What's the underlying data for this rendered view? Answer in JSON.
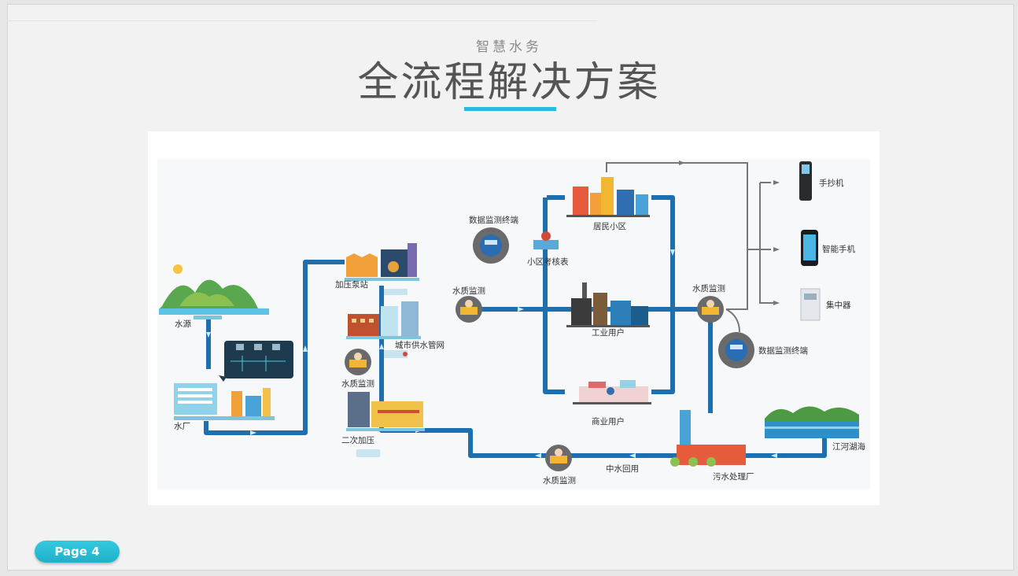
{
  "header": {
    "subtitle": "智慧水务",
    "title": "全流程解决方案"
  },
  "footer": {
    "page_label": "Page 4"
  },
  "diagram": {
    "labels": {
      "water_source": "水源",
      "water_plant": "水厂",
      "booster_station": "加压泵站",
      "city_pipe_network": "城市供水管网",
      "quality_monitor_left": "水质监测",
      "secondary_boost": "二次加压",
      "quality_monitor_mid": "水质监测",
      "data_terminal_top": "数据监测终端",
      "district_meter": "小区考核表",
      "residential": "居民小区",
      "industrial": "工业用户",
      "commercial": "商业用户",
      "quality_monitor_right": "水质监测",
      "data_terminal_right": "数据监测终端",
      "handheld": "手抄机",
      "smartphone": "智能手机",
      "concentrator": "集中器",
      "rivers_lakes": "江河湖海",
      "sewage_plant": "污水处理厂",
      "reclaimed_water": "中水回用",
      "quality_monitor_bottom": "水质监测"
    },
    "colors": {
      "pipe": "#1f6fae",
      "accent": "#27bcd6",
      "arrow": "#cde9f5",
      "signal": "#777777"
    }
  }
}
